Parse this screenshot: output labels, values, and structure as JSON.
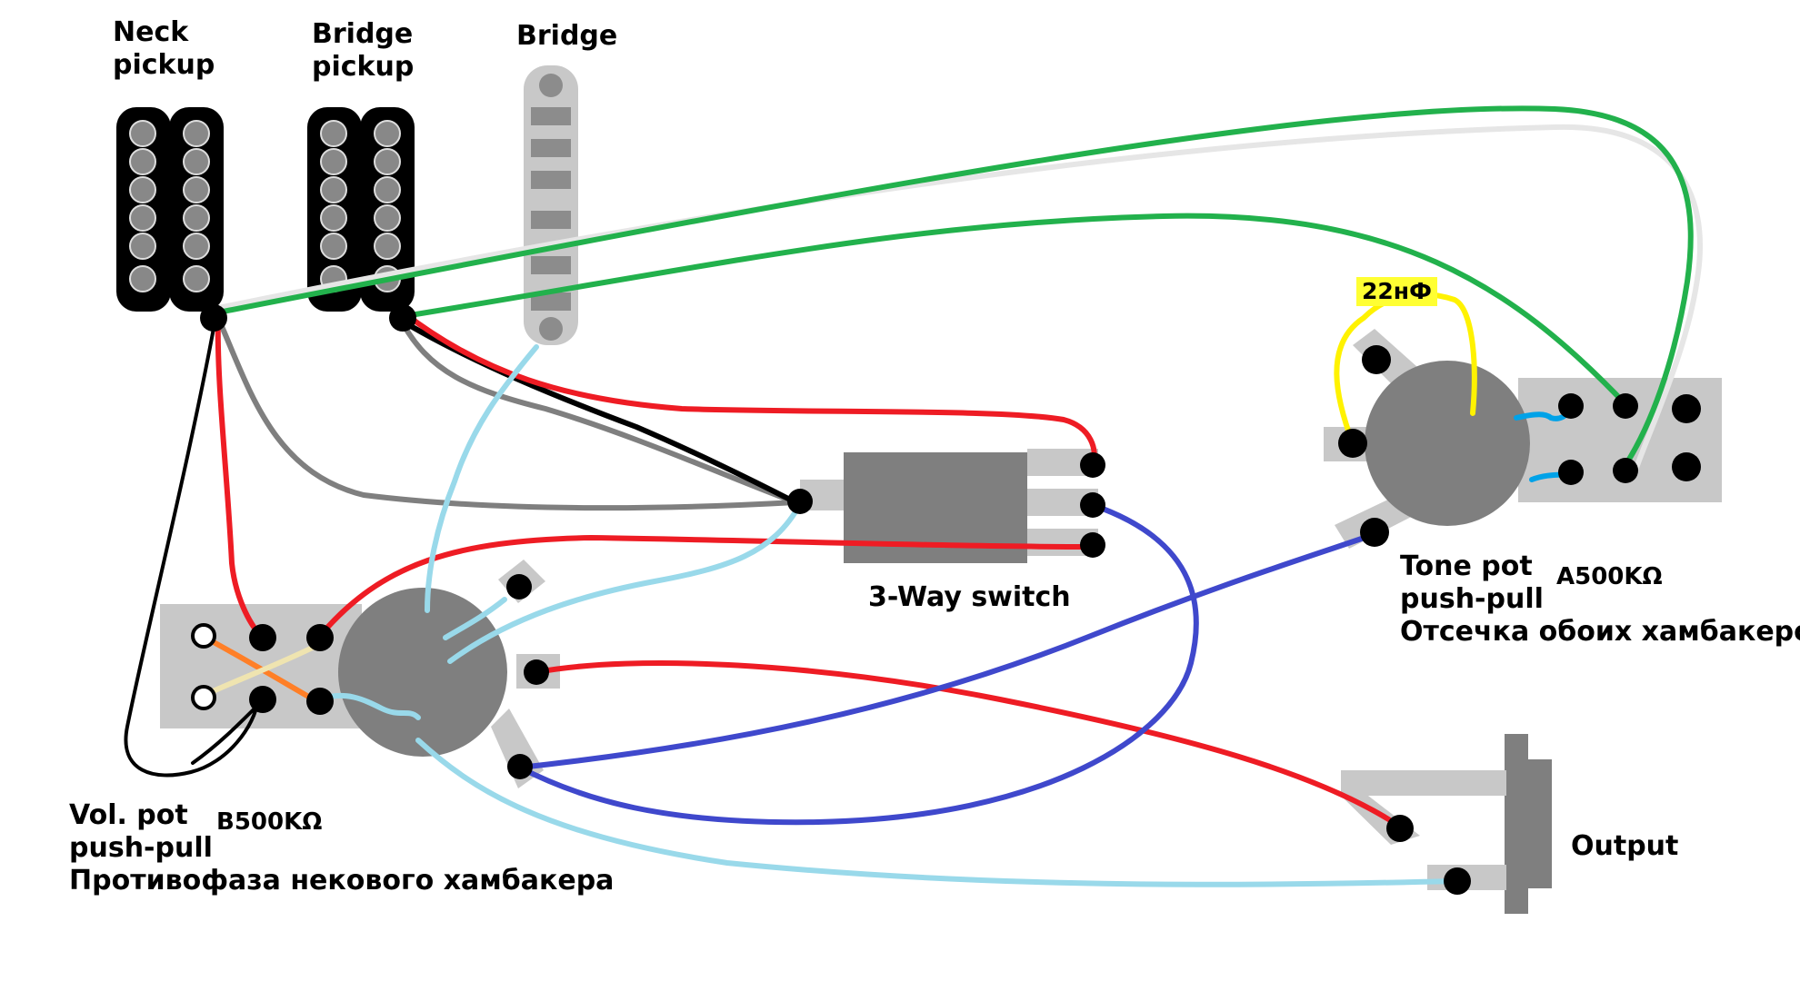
{
  "labels": {
    "neck_pickup_line1": "Neck",
    "neck_pickup_line2": "pickup",
    "bridge_pickup_line1": "Bridge",
    "bridge_pickup_line2": "pickup",
    "bridge_single": "Bridge",
    "switch": "3-Way switch",
    "capacitor": "22нФ",
    "tone_pot_line1": "Tone pot",
    "tone_pot_line2": "push-pull",
    "tone_pot_line3": "Отсечка обоих хамбакеров",
    "tone_pot_value": "A500KΩ",
    "volume_pot_line1": "Vol. pot",
    "volume_pot_line2": "push-pull",
    "volume_pot_line3": "Противофаза некового хамбакера",
    "volume_pot_value": "B500KΩ",
    "output": "Output"
  },
  "wire_colors": {
    "red": "#ee1c24",
    "green": "#22b14c",
    "light_blue": "#99d9ea",
    "dark_blue": "#3f48cc",
    "black": "#000000",
    "grey": "#7f7f7f",
    "white": "#e8e8e8",
    "yellow": "#fff200",
    "orange": "#ff7f27",
    "cream": "#efe4b0"
  }
}
